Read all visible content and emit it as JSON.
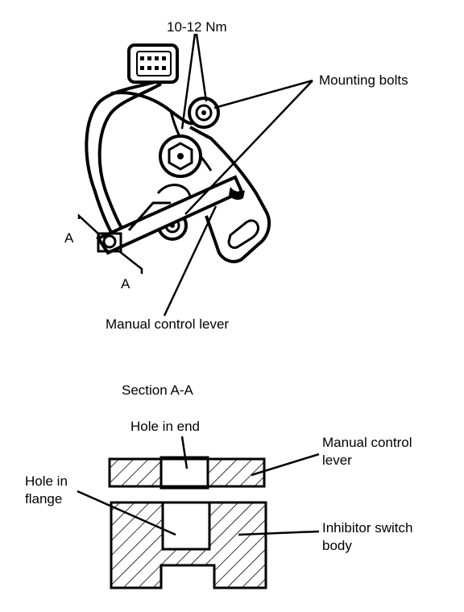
{
  "figure": {
    "torque_label": "10-12 Nm",
    "callouts": {
      "mounting_bolts": "Mounting bolts",
      "manual_control_lever": "Manual control lever",
      "section_marker_a_upper": "A",
      "section_marker_a_lower": "A"
    },
    "section": {
      "title": "Section A-A",
      "hole_in_end": "Hole in end",
      "hole_in_flange_line1": "Hole in",
      "hole_in_flange_line2": "flange",
      "manual_control_lever_line1": "Manual control",
      "manual_control_lever_line2": "lever",
      "inhibitor_switch_line1": "Inhibitor switch",
      "inhibitor_switch_line2": "body"
    }
  }
}
